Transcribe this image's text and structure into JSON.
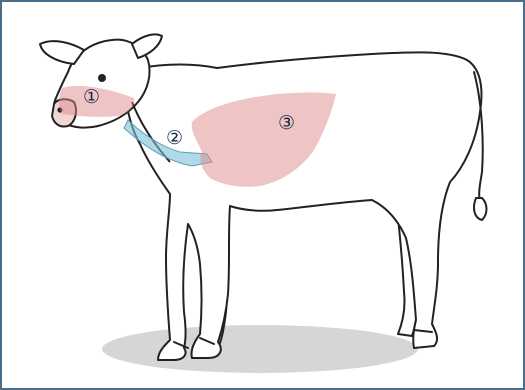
{
  "figure": {
    "subject": "calf",
    "regions": [
      {
        "number": "①",
        "color": "#e08a8a",
        "fill_opacity": 0.5
      },
      {
        "number": "②",
        "color": "#7fc0d8",
        "fill_opacity": 0.6
      },
      {
        "number": "③",
        "color": "#e08a8a",
        "fill_opacity": 0.5
      }
    ],
    "outline_color": "#222222",
    "shadow_color": "#d4d4d4",
    "border_color": "#4a6d8c"
  }
}
